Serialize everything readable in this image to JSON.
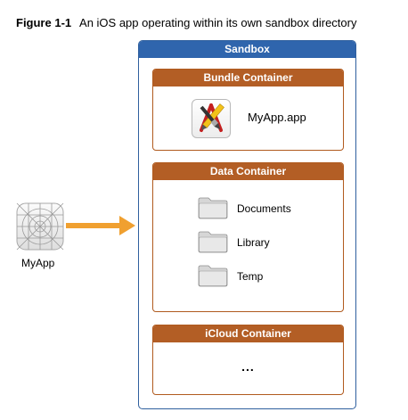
{
  "caption": {
    "label": "Figure 1-1",
    "text": "An iOS app operating within its own sandbox directory"
  },
  "app": {
    "label": "MyApp",
    "icon": "app-grid-icon"
  },
  "arrow": {
    "color": "#f0a030"
  },
  "sandbox": {
    "title": "Sandbox",
    "header_color": "#2f65ad",
    "bundle_container": {
      "title": "Bundle Container",
      "app_name": "MyApp.app",
      "icon": "xcode-app-icon"
    },
    "data_container": {
      "title": "Data Container",
      "folders": [
        {
          "label": "Documents",
          "icon": "folder-icon"
        },
        {
          "label": "Library",
          "icon": "folder-icon"
        },
        {
          "label": "Temp",
          "icon": "folder-icon"
        }
      ]
    },
    "icloud_container": {
      "title": "iCloud Container",
      "content": "..."
    },
    "container_header_color": "#b35e25"
  }
}
